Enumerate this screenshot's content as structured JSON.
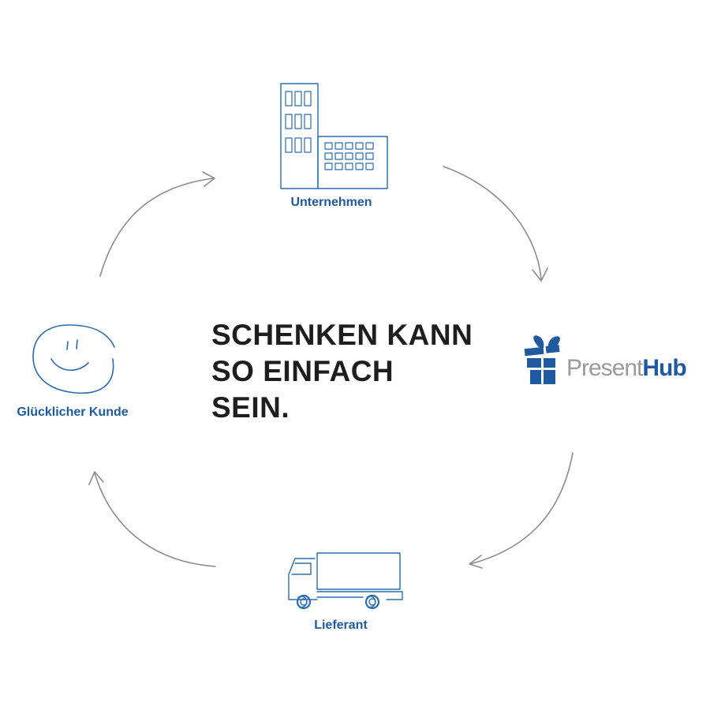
{
  "headline": {
    "line1": "SCHENKEN KANN",
    "line2": "SO EINFACH SEIN."
  },
  "nodes": {
    "company": {
      "label": "Unternehmen",
      "icon": "building-icon"
    },
    "platform": {
      "logo_part_a": "Present",
      "logo_part_b": "Hub",
      "icon": "gift-box-icon"
    },
    "supplier": {
      "label": "Lieferant",
      "icon": "truck-icon"
    },
    "customer": {
      "label": "Glücklicher Kunde",
      "icon": "smiley-face-icon"
    }
  },
  "colors": {
    "brand_blue": "#1f5aa0",
    "sketch_blue": "#2b6bb0",
    "arrow_gray": "#8c8c8c",
    "headline_black": "#1e1e1e",
    "logo_gray": "#9a9a9a"
  }
}
